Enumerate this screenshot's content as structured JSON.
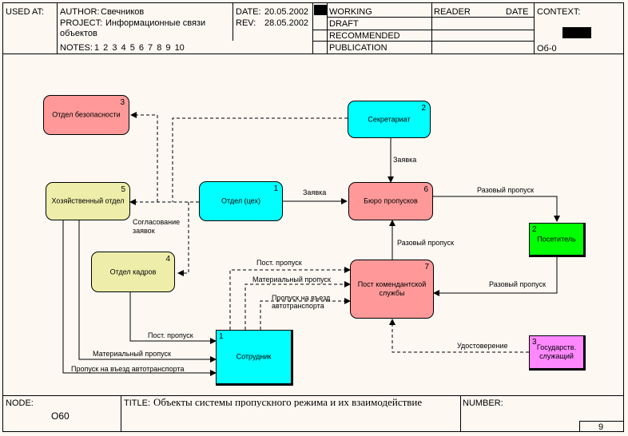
{
  "header": {
    "used_at": "USED AT:",
    "author_label": "AUTHOR:",
    "author": "Свечников",
    "project_label": "PROJECT:",
    "project_line1": "Информационные связи",
    "project_line2": "объектов",
    "notes_label": "NOTES:",
    "notes": "1 2 3 4 5 6 7 8 9 10",
    "date_label": "DATE:",
    "date": "20.05.2002",
    "rev_label": "REV:",
    "rev": "28.05.2002",
    "status": [
      "WORKING",
      "DRAFT",
      "RECOMMENDED",
      "PUBLICATION"
    ],
    "reader": "READER",
    "date2": "DATE",
    "context": "CONTEXT:",
    "context_node": "Об-0"
  },
  "footer": {
    "node_label": "NODE:",
    "node": "О60",
    "title_label": "TITLE:",
    "title": "Объекты системы пропускного режима и их взаимодействие",
    "number_label": "NUMBER:",
    "page": "9"
  },
  "activities": [
    {
      "id": "security",
      "num": "3",
      "label": "Отдел безопасности",
      "color": "#ff9999"
    },
    {
      "id": "secretariat",
      "num": "2",
      "label": "Секретариат",
      "color": "#00ffff"
    },
    {
      "id": "household",
      "num": "5",
      "label": "Хозяйственный отдел",
      "color": "#eeeeaa"
    },
    {
      "id": "department",
      "num": "1",
      "label": "Отдел (цех)",
      "color": "#00ffff"
    },
    {
      "id": "pass-bureau",
      "num": "6",
      "label": "Бюро пропусков",
      "color": "#ff9999"
    },
    {
      "id": "hr",
      "num": "4",
      "label": "Отдел кадров",
      "color": "#eeeeaa"
    },
    {
      "id": "commandant",
      "num": "7",
      "label": "Пост комендантской службы",
      "color": "#ff9999"
    }
  ],
  "externals": [
    {
      "id": "visitor",
      "num": "2",
      "label": "Посетитель",
      "color": "#00ff00"
    },
    {
      "id": "employee",
      "num": "1",
      "label": "Сотрудник",
      "color": "#00ffff"
    },
    {
      "id": "state",
      "num": "3",
      "label": "Государств. служащий",
      "color": "#ff88ff"
    }
  ],
  "arrow_labels": {
    "request1": "Заявка",
    "request2": "Заявка",
    "one_time1": "Разовый пропуск",
    "one_time2": "Разовый пропуск",
    "one_time3": "Разовый пропуск",
    "agreement_line1": "Согласование",
    "agreement_line2": "заявок",
    "perm1": "Пост. пропуск",
    "perm2": "Пост. пропуск",
    "material1": "Материальный пропуск",
    "material2": "Материальный пропуск",
    "vehicle_a1": "Пропуск на въезд",
    "vehicle_a2": "автотранспорта",
    "vehicle_b": "Пропуск на въезд автотранспорта",
    "id_card": "Удостоверение"
  }
}
